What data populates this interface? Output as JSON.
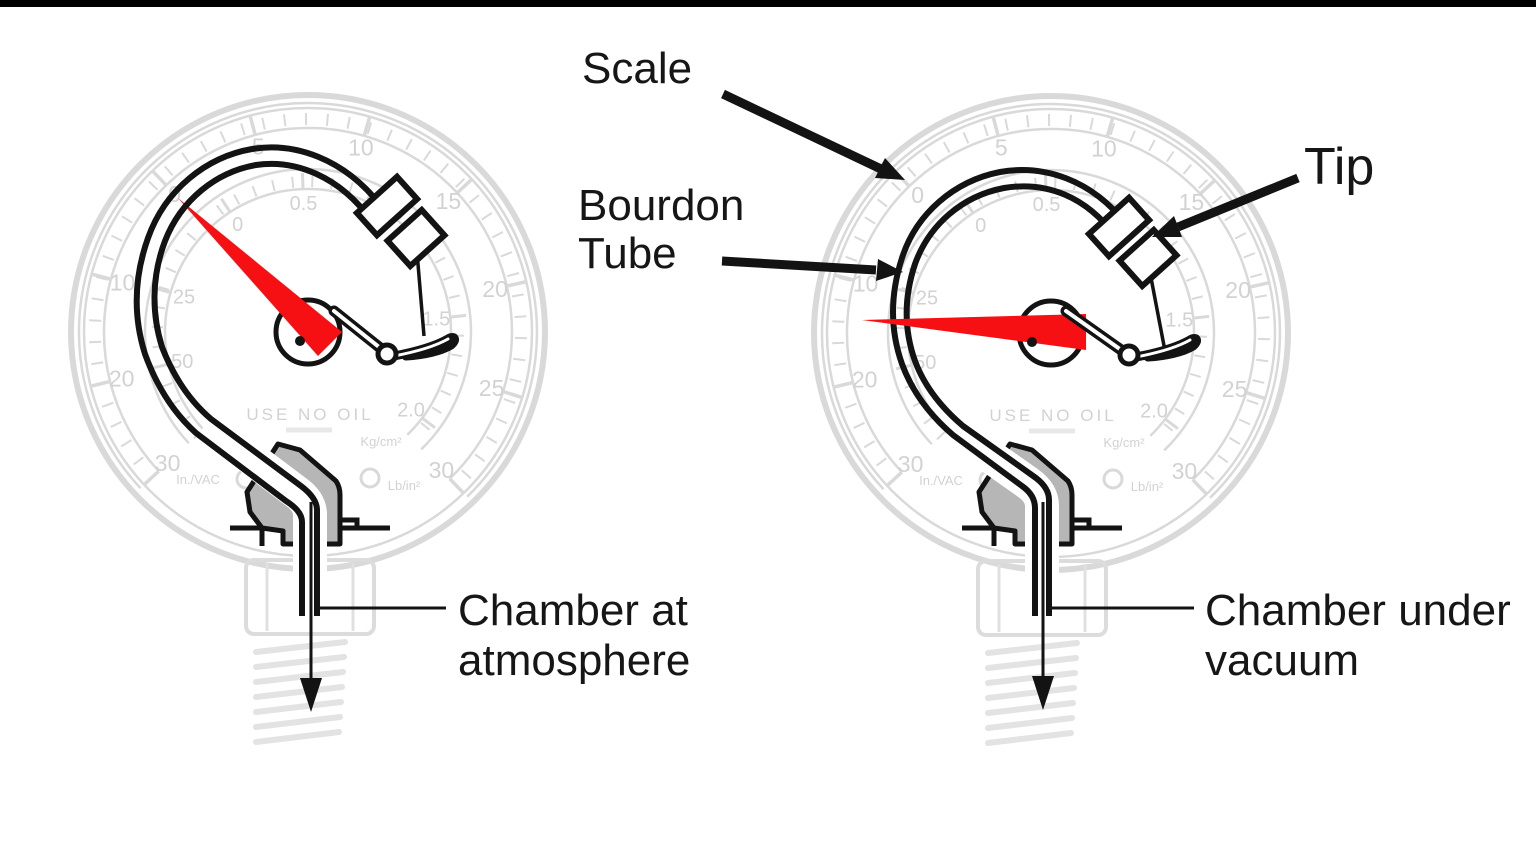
{
  "page": {
    "background": "#ffffff",
    "top_bar_color": "#000000"
  },
  "annotations": {
    "scale": "Scale",
    "bourdon_line1": "Bourdon",
    "bourdon_line2": "Tube",
    "tip": "Tip"
  },
  "captions": {
    "left": [
      "Chamber at",
      "atmosphere"
    ],
    "right": [
      "Chamber under",
      "vacuum"
    ]
  },
  "colors": {
    "ink": "#131313",
    "needle_red": "#f61013",
    "socket_gray": "#b6b6b6",
    "faint": "#d9d9d9",
    "faint_text": "#d2d2d2"
  },
  "gauge_face": {
    "sweep": {
      "start": 137,
      "end": 406
    },
    "outer_scale": [
      {
        "label": "30",
        "angle": 137
      },
      {
        "label": "20",
        "angle": 166
      },
      {
        "label": "10",
        "angle": 195
      },
      {
        "label": "0",
        "angle": 226
      },
      {
        "label": "5",
        "angle": 255
      },
      {
        "label": "10",
        "angle": 286
      },
      {
        "label": "15",
        "angle": 317
      },
      {
        "label": "20",
        "angle": 347
      },
      {
        "label": "25",
        "angle": 377
      },
      {
        "label": "30",
        "angle": 406
      }
    ],
    "inner_scale": [
      {
        "label": "50",
        "angle": 167
      },
      {
        "label": "25",
        "angle": 196
      },
      {
        "label": "0",
        "angle": 237
      },
      {
        "label": "0.5",
        "angle": 268
      },
      {
        "label": "1.5",
        "angle": 354
      },
      {
        "label": "2.0",
        "angle": 397
      }
    ],
    "dial_text": "USE NO OIL",
    "unit_labels": {
      "left": "In./VAC",
      "center": "Kg/cm²",
      "right": "Lb/in²"
    }
  },
  "gauges": [
    {
      "name": "chamber-at-atmosphere"
    },
    {
      "name": "chamber-under-vacuum"
    }
  ]
}
